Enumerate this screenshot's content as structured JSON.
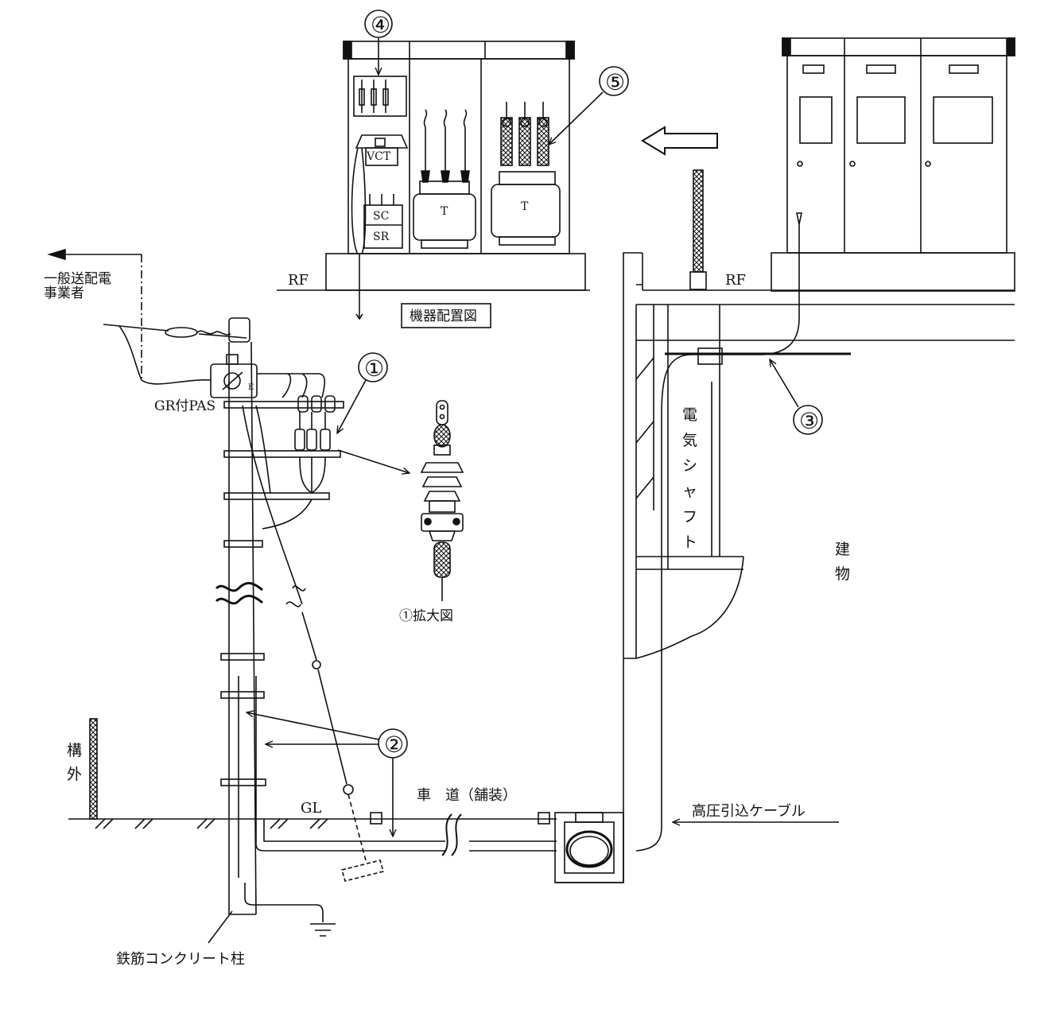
{
  "labels": {
    "general_utility": [
      "一般送配電",
      "事業者"
    ],
    "gr_pas": "GR付PAS",
    "equipment_layout": "機器配置図",
    "rf_left": "RF",
    "rf_right": "RF",
    "vct": "VCT",
    "sc": "SC",
    "sr": "SR",
    "t1": "T",
    "t2": "T",
    "e_mark": "E",
    "enlarged_view": "①拡大図",
    "electric_shaft": [
      "電",
      "気",
      "シ",
      "ャ",
      "フ",
      "ト"
    ],
    "building": [
      "建",
      "物"
    ],
    "outside_premises": [
      "構",
      "外"
    ],
    "gl": "GL",
    "roadway": "車　道（舗装）",
    "hv_cable": "高圧引込ケーブル",
    "rc_pole": "鉄筋コンクリート柱"
  },
  "callouts": [
    "①",
    "②",
    "③",
    "④",
    "⑤"
  ],
  "colors": {
    "line": "#111111",
    "background": "#ffffff"
  }
}
